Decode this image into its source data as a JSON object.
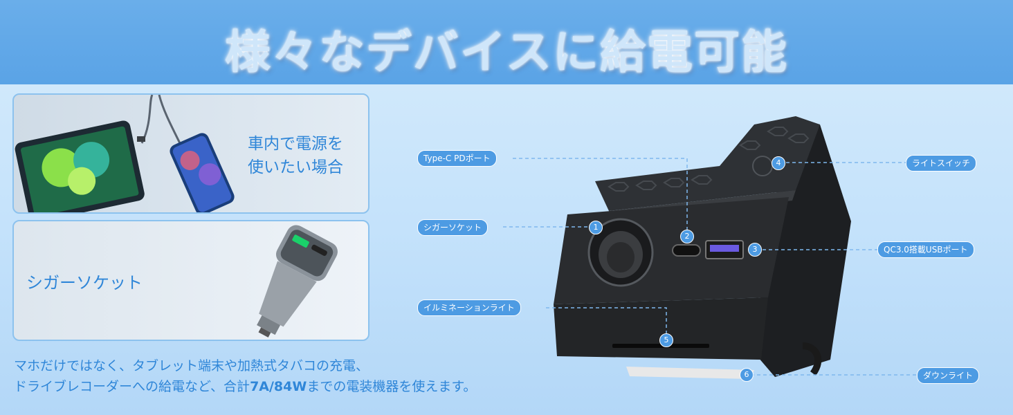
{
  "header": {
    "title": "様々なデバイスに給電可能"
  },
  "cards": [
    {
      "text_line1": "車内で電源を",
      "text_line2": "使いたい場合"
    },
    {
      "text": "シガーソケット"
    }
  ],
  "bottom": {
    "line1": "マホだけではなく、タブレット端末や加熱式タバコの充電、",
    "line2_pre": "ドライブレコーダーへの給電など、合計",
    "line2_highlight": "7A/84W",
    "line2_post": "までの電装機器を使えます。"
  },
  "callouts": {
    "typec": {
      "label": "Type-C PDポート",
      "num": "2"
    },
    "cigar": {
      "label": "シガーソケット",
      "num": "1"
    },
    "illum": {
      "label": "イルミネーションライト",
      "num": "5"
    },
    "switch": {
      "label": "ライトスイッチ",
      "num": "4"
    },
    "qc": {
      "label": "QC3.0搭載USBポート",
      "num": "3"
    },
    "down": {
      "label": "ダウンライト",
      "num": "6"
    }
  },
  "colors": {
    "accent": "#4d9be3",
    "header": "#5aa3e6",
    "text_blue": "#2f86d8"
  }
}
